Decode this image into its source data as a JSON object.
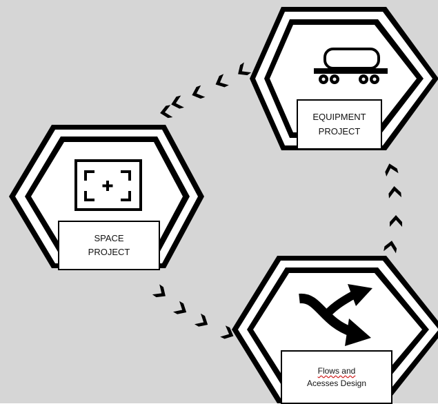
{
  "colors": {
    "background": "#d6d6d6",
    "stroke": "#000000",
    "label_fill": "#ffffff",
    "spellcheck_underline": "#d02020"
  },
  "nodes": [
    {
      "id": "equipment",
      "icon": "railcar-icon",
      "label_lines": [
        "EQUIPMENT",
        "PROJECT"
      ]
    },
    {
      "id": "space",
      "icon": "add-frame-icon",
      "label_lines": [
        "SPACE",
        "PROJECT"
      ]
    },
    {
      "id": "flows",
      "icon": "crossing-arrows-icon",
      "label_lines": [
        "Flows and",
        "Acesses Design"
      ]
    }
  ],
  "connectors": [
    {
      "from": "space",
      "to": "equipment",
      "style": "chevron-dashes"
    },
    {
      "from": "flows",
      "to": "equipment",
      "style": "chevron-dashes"
    },
    {
      "from": "space",
      "to": "flows",
      "style": "chevron-dashes"
    }
  ]
}
